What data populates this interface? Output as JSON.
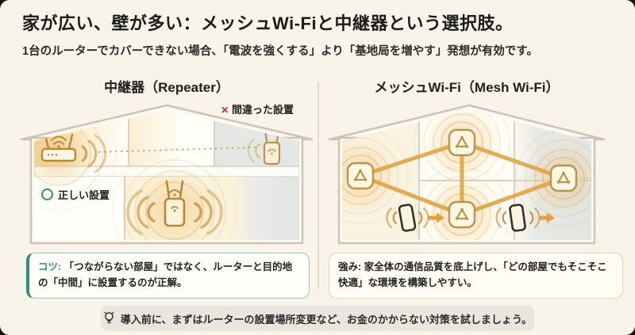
{
  "header": {
    "title": "家が広い、壁が多い：メッシュWi-Fiと中継器という選択肢。",
    "subtitle": "1台のルーターでカバーできない場合、「電波を強くする」より「基地局を増やす」発想が有効です。"
  },
  "left_panel": {
    "heading": "中継器（Repeater）",
    "wrong_mark": "×",
    "wrong_label": "間違った設置",
    "correct_label": "正しい設置",
    "note": {
      "label": "コツ:",
      "text": "「つながらない部屋」ではなく、ルーターと目的地の「中間」に設置するのが正解。"
    }
  },
  "right_panel": {
    "heading": "メッシュWi-Fi（Mesh Wi-Fi）",
    "note": {
      "label": "強み:",
      "text": "家全体の通信品質を底上げし、「どの部屋でもそこそこ快適」な環境を構築しやすい。"
    }
  },
  "footer": {
    "tip": "導入前に、まずはルーターの設置場所変更など、お金のかからない対策を試しましょう。"
  },
  "icons": {
    "footer_icon": "lightbulb-icon",
    "wrong_icon": "x-mark-icon",
    "correct_icon": "circle-ok-icon",
    "left_devices": [
      "router-icon",
      "repeater-icon"
    ],
    "right_devices": [
      "mesh-node-icon",
      "smartphone-icon"
    ]
  },
  "colors": {
    "background": "#f8f4ea",
    "accent_amber": "#cf9b43",
    "link_amber": "#dfa23f",
    "accent_teal": "#2f9078",
    "accent_red": "#c0392b",
    "text_dark": "#1f1f1d",
    "gray_room": "#e5e7e5",
    "footer_bg": "#e9e6df"
  }
}
